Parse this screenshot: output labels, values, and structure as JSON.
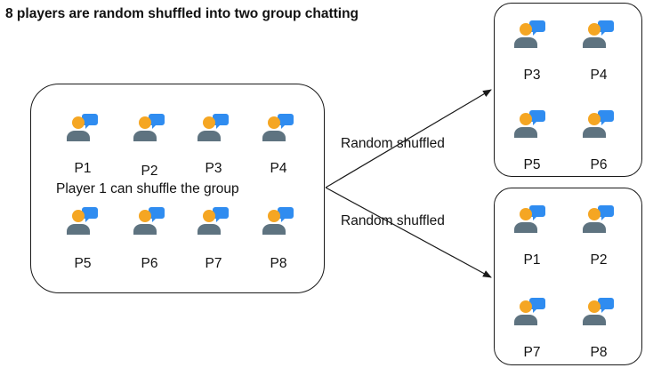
{
  "title": "8 players are random shuffled into two group chatting",
  "main_group": {
    "row1": [
      "P1",
      "P2",
      "P3",
      "P4"
    ],
    "caption": "Player 1 can shuffle the group",
    "row2": [
      "P5",
      "P6",
      "P7",
      "P8"
    ]
  },
  "top_group": {
    "row1": [
      "P3",
      "P4"
    ],
    "row2": [
      "P5",
      "P6"
    ]
  },
  "bottom_group": {
    "row1": [
      "P1",
      "P2"
    ],
    "row2": [
      "P7",
      "P8"
    ]
  },
  "arrows": {
    "top_label": "Random shuffled",
    "bottom_label": "Random shuffled"
  },
  "icons": {
    "player": "person-with-chat-bubble-icon"
  },
  "colors": {
    "head": "#f5a623",
    "body": "#5e7380",
    "bubble": "#2f8cf0",
    "stroke": "#1a1a1a"
  }
}
